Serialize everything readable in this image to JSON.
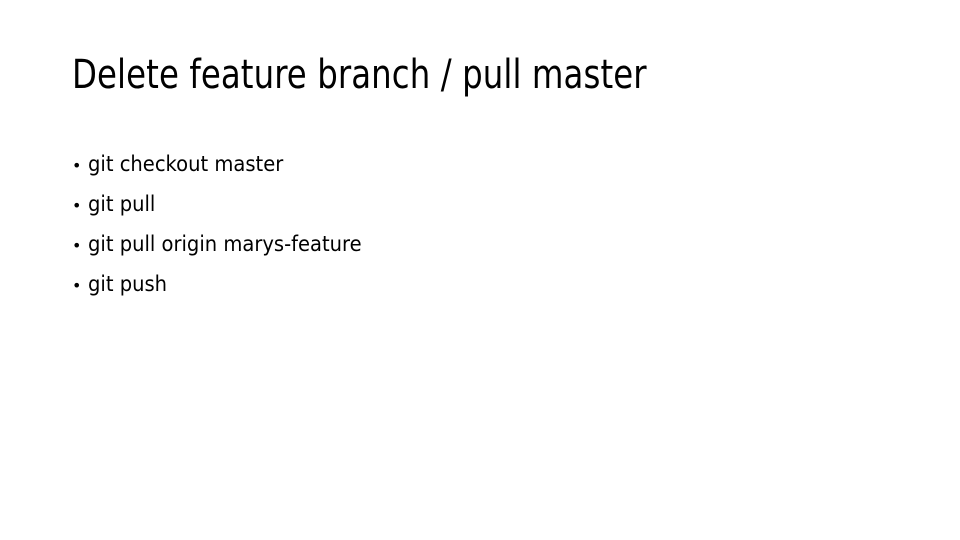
{
  "slide": {
    "title": "Delete feature branch / pull master",
    "bullet_glyph": "•",
    "text_color": "#000000",
    "background_color": "#ffffff",
    "bullets": [
      {
        "text": "git checkout master"
      },
      {
        "text": "git pull"
      },
      {
        "text": "git pull origin marys-feature"
      },
      {
        "text": "git push"
      }
    ]
  }
}
